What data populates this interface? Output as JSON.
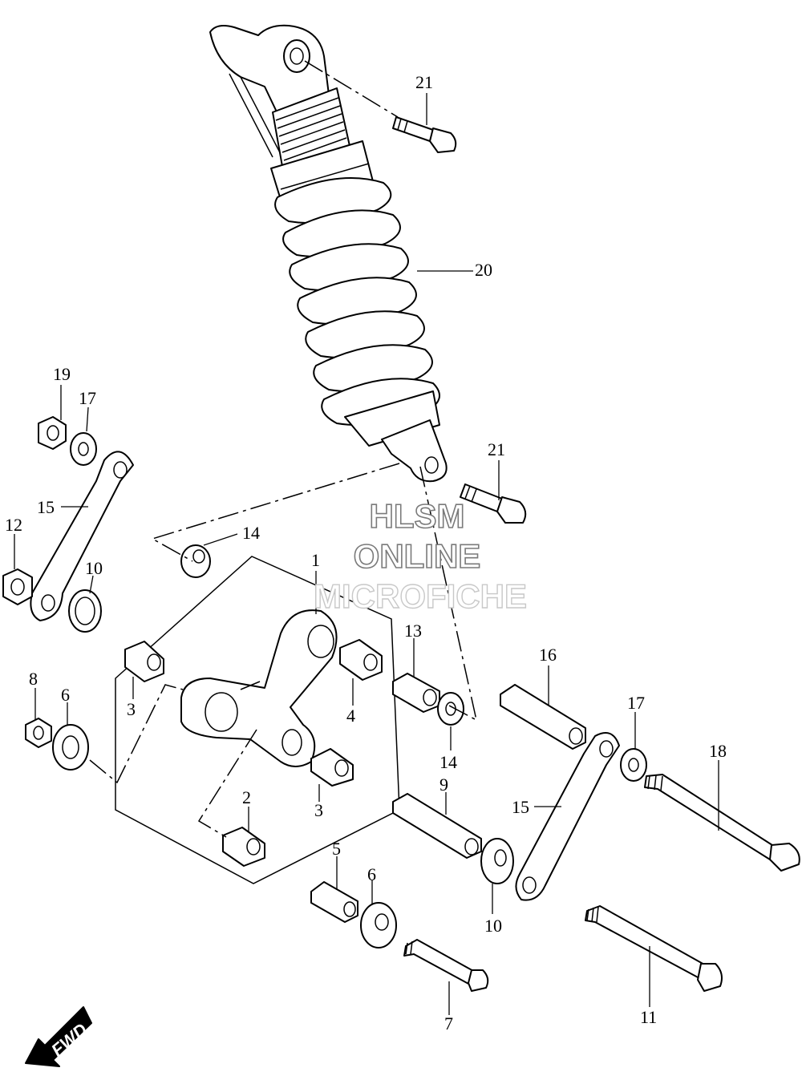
{
  "watermark": {
    "line1": "HLSM",
    "line2": "ONLINE",
    "line3": "MICROFICHE"
  },
  "fwd_badge": {
    "label": "FWD"
  },
  "callouts": {
    "c1": "1",
    "c2": "2",
    "c3a": "3",
    "c3b": "3",
    "c4": "4",
    "c5": "5",
    "c6a": "6",
    "c6b": "6",
    "c7": "7",
    "c8": "8",
    "c9": "9",
    "c10a": "10",
    "c10b": "10",
    "c11": "11",
    "c12": "12",
    "c13": "13",
    "c14a": "14",
    "c14b": "14",
    "c15a": "15",
    "c15b": "15",
    "c16": "16",
    "c17a": "17",
    "c17b": "17",
    "c18": "18",
    "c19": "19",
    "c20": "20",
    "c21a": "21",
    "c21b": "21"
  }
}
